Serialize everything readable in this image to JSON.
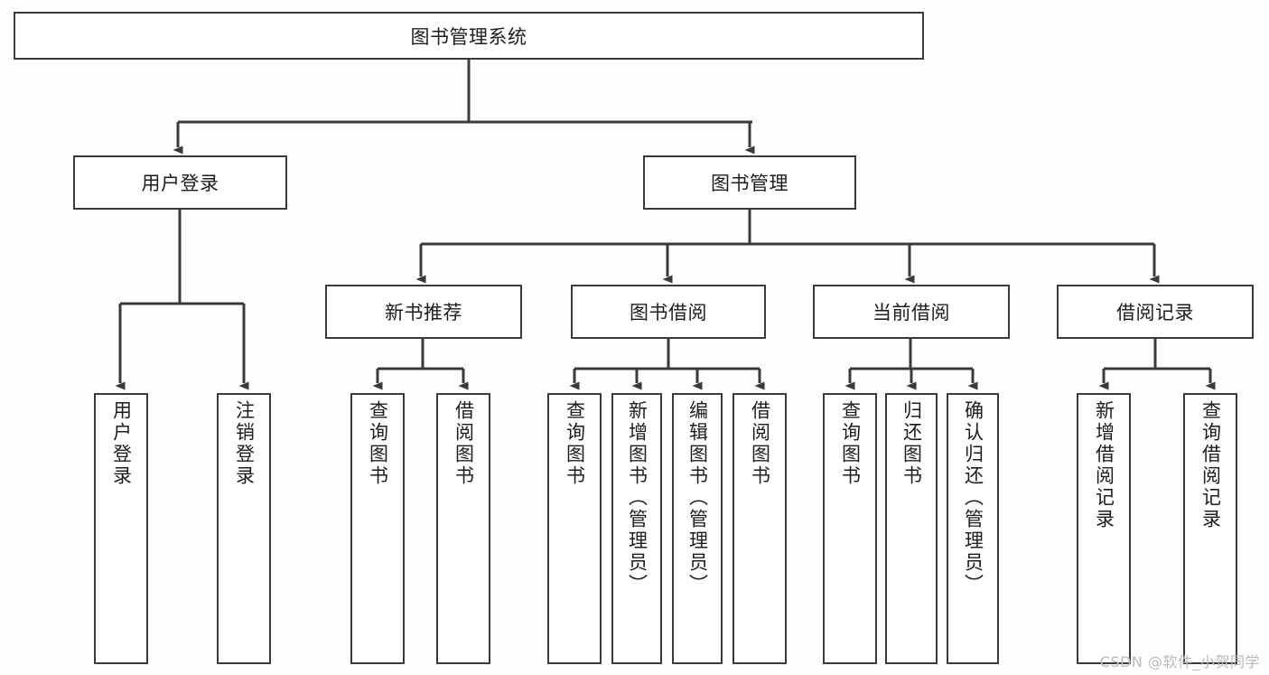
{
  "diagram": {
    "title_node": {
      "label": "图书管理系统"
    },
    "level2": [
      {
        "label": "用户登录"
      },
      {
        "label": "图书管理"
      }
    ],
    "level3": [
      {
        "label": "新书推荐"
      },
      {
        "label": "图书借阅"
      },
      {
        "label": "当前借阅"
      },
      {
        "label": "借阅记录"
      }
    ],
    "leaves": [
      {
        "label": "用户登录"
      },
      {
        "label": "注销登录"
      },
      {
        "label": "查询图书"
      },
      {
        "label": "借阅图书"
      },
      {
        "label": "查询图书"
      },
      {
        "label": "新增图书（管理员）"
      },
      {
        "label": "编辑图书（管理员）"
      },
      {
        "label": "借阅图书"
      },
      {
        "label": "查询图书"
      },
      {
        "label": "归还图书"
      },
      {
        "label": "确认归还（管理员）"
      },
      {
        "label": "新增借阅记录"
      },
      {
        "label": "查询借阅记录"
      }
    ],
    "watermark": "CSDN @软件_小贺同学",
    "colors": {
      "line": "#3a3a3a",
      "box_fill": "#ffffff",
      "text": "#1d1d1d",
      "background": "#fefefe",
      "watermark": "#b9b9b9"
    }
  }
}
